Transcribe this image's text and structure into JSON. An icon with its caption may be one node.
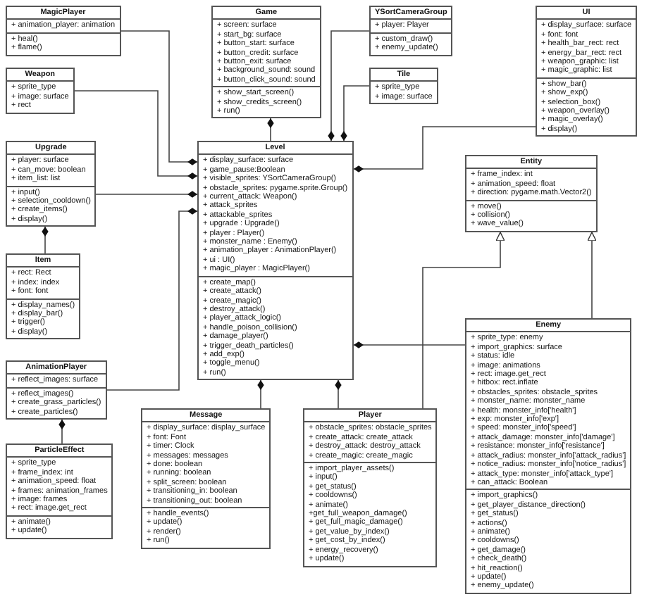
{
  "diagram": {
    "nodes": [
      {
        "text": [
          "Game",
          "+ screen: surface",
          "+ start_bg: surface",
          "+ button_start: surface",
          "+ button_credit: surface",
          "+ button_exit: surface",
          "+ background_sound: sound",
          "+ button_click_sound: sound",
          "+ show_start_screen()",
          "+ show_credits_screen()",
          "+ run()"
        ]
      },
      {
        "text": [
          "MagicPlayer",
          "+ animation_player: animation",
          "+ heal()",
          "+ flame()"
        ]
      },
      {
        "text": [
          "YSortCameraGroup",
          "+ player: Player",
          "+ custom_draw()",
          "+ enemy_update()"
        ]
      },
      {
        "text": [
          "Tile",
          "+ sprite_type",
          "+ image: surface"
        ]
      },
      {
        "text": [
          "Weapon",
          "+ sprite_type",
          "+ image: surface",
          "+ rect"
        ]
      },
      {
        "text": [
          "Level",
          "+ display_surface: surface",
          "+ game_pause:Boolean",
          "+ visible_sprites: YSortCameraGroup()",
          "+ obstacle_sprites: pygame.sprite.Group()",
          "+ current_attack: Weapon()",
          "+ attack_sprites",
          "+ attackable_sprites",
          "+ upgrade : Upgrade()",
          "+ player : Player()",
          "+ monster_name : Enemy()",
          "+ animation_player : AnimationPlayer()",
          "+ ui : UI()",
          "+ magic_player : MagicPlayer()",
          "+ create_map()",
          "+ create_attack()",
          "+ create_magic()",
          "+ destroy_attack()",
          "+ player_attack_logic()",
          "+ handle_poison_collision()",
          "+ damage_player()",
          "+ trigger_death_particles()",
          "+ add_exp()",
          "+ toggle_menu()",
          "+ run()"
        ]
      },
      {
        "text": [
          "Upgrade",
          "+ player: surface",
          "+ can_move: boolean",
          "+ item_list: list",
          "+ input()",
          "+ selection_cooldown()",
          "+ create_items()",
          "+ display()"
        ]
      },
      {
        "text": [
          "AnimationPlayer",
          "+ reflect_images: surface",
          "+ reflect_images()",
          "+ create_grass_particles()",
          "+ create_particles()"
        ]
      },
      {
        "text": [
          "UI",
          "+ display_surface: surface",
          "+ font: font",
          "+ health_bar_rect: rect",
          "+ energy_bar_rect: rect",
          "+ weapon_graphic: list",
          "+ magic_graphic: list",
          "+ show_bar()",
          "+ show_exp()",
          "+ selection_box()",
          "+ weapon_overlay()",
          "+ magic_overlay()",
          "+ display()"
        ]
      },
      {
        "text": [
          "Entity",
          "+ frame_index: int",
          "+ animation_speed: float",
          "+ direction: pygame.math.Vector2()",
          "+ move()",
          "+ collision()",
          "+ wave_value()"
        ]
      },
      {
        "text": [
          "ParticleEffect",
          "+ sprite_type",
          "+ frame_index: int",
          "+ animation_speed: float",
          "+ frames: animation_frames",
          "+ image: frames",
          "+ rect: image.get_rect",
          "+ animate()",
          "+ update()"
        ]
      },
      {
        "text": [
          "Player",
          "+ obstacle_sprites: obstacle_sprites",
          "+ create_attack: create_attack",
          "+ destroy_attack: destroy_attack",
          "+ create_magic: create_magic",
          "+ import_player_assets()",
          "+ input()",
          "+ get_status()",
          "+ cooldowns()",
          "+ animate()",
          "+get_full_weapon_damage()",
          "+ get_full_magic_damage()",
          "+ get_value_by_index()",
          "+ get_cost_by_index()",
          "+ energy_recovery()",
          "+ update()"
        ]
      },
      {
        "text": [
          "Enemy",
          "+ sprite_type: enemy",
          "+ import_graphics: surface",
          "+ status: idle",
          "+ image: animations",
          "+ rect: image.get_rect",
          "+ hitbox: rect.inflate",
          "+ obstacles_sprites: obstacle_sprites",
          "+ monster_name: monster_name",
          "+ health: monster_info['health']",
          "+ exp: monster_info['exp']",
          "+ speed: monster_info['speed']",
          "+ attack_damage: monster_info['damage']",
          "+ resistance: monster_info['resistance']",
          "+ attack_radius: monster_info['attack_radius']",
          "+ notice_radius: monster_info['notice_radius']",
          "+ attack_type: monster_info['attack_type']",
          "+ can_attack: Boolean",
          "+ import_graphics()",
          "+ get_player_distance_direction()",
          "+ get_status()",
          "+ actions()",
          "+ animate()",
          "+ cooldowns()",
          "+ get_damage()",
          "+ check_death()",
          "+ hit_reaction()",
          "+ update()",
          "+ enemy_update()"
        ]
      },
      {
        "text": [
          "Message",
          "+ display_surface: display_surface",
          "+ font: Font",
          "+ timer: Clock",
          "+ messages: messages",
          "+ done: boolean",
          "+ running: boolean",
          "+ split_screen: boolean",
          "+ transitioning_in: boolean",
          "+ transitioning_out: boolean",
          "+ handle_events()",
          "+ update()",
          "+ render()",
          "+ run()"
        ]
      },
      {
        "text": [
          "Item",
          "+ rect: Rect",
          "+ index: index",
          "+ font: font",
          "+ display_names()",
          "+ display_bar()",
          "+ trigger()",
          "+ display()"
        ]
      }
    ],
    "edges": [
      {
        "from": 5,
        "to": 0,
        "arrow": "other"
      },
      {
        "from": 1,
        "to": 5,
        "arrow": "other"
      },
      {
        "from": 4,
        "to": 5,
        "arrow": "other"
      },
      {
        "from": 6,
        "to": 5,
        "arrow": "other"
      },
      {
        "from": 7,
        "to": 5,
        "arrow": "other"
      },
      {
        "from": 2,
        "to": 5,
        "arrow": "other"
      },
      {
        "from": 3,
        "to": 5,
        "arrow": "other"
      },
      {
        "from": 8,
        "to": 5,
        "arrow": "other"
      },
      {
        "from": 13,
        "to": 5,
        "arrow": "other"
      },
      {
        "from": 11,
        "to": 5,
        "arrow": "other"
      },
      {
        "from": 12,
        "to": 5,
        "arrow": "other"
      },
      {
        "from": 10,
        "to": 7,
        "arrow": "other"
      },
      {
        "from": 14,
        "to": 6,
        "arrow": "other"
      },
      {
        "from": 11,
        "to": 9,
        "arrow": "to"
      },
      {
        "from": 12,
        "to": 9,
        "arrow": "to"
      }
    ]
  }
}
